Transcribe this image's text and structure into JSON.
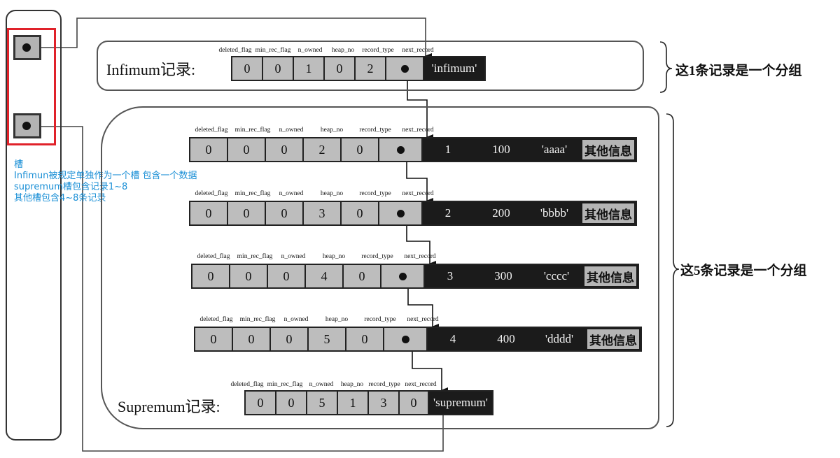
{
  "slots": {
    "label_lines": [
      "槽",
      "Infimun被规定单独作为一个槽 包含一个数据",
      "supremum槽包含记录1~8",
      "其他槽包含4~8条记录"
    ],
    "highlight_color": "#e0222a",
    "note_color": "#1a8fd6"
  },
  "field_headers": [
    "deleted_flag",
    "min_rec_flag",
    "n_owned",
    "heap_no",
    "record_type",
    "next_record"
  ],
  "infimum": {
    "label": "Infimum记录:",
    "values": [
      "0",
      "0",
      "1",
      "0",
      "2"
    ],
    "payload": "'infimum'"
  },
  "records": [
    {
      "values": [
        "0",
        "0",
        "0",
        "2",
        "0"
      ],
      "id": "1",
      "num": "100",
      "str": "'aaaa'",
      "other": "其他信息"
    },
    {
      "values": [
        "0",
        "0",
        "0",
        "3",
        "0"
      ],
      "id": "2",
      "num": "200",
      "str": "'bbbb'",
      "other": "其他信息"
    },
    {
      "values": [
        "0",
        "0",
        "0",
        "4",
        "0"
      ],
      "id": "3",
      "num": "300",
      "str": "'cccc'",
      "other": "其他信息"
    },
    {
      "values": [
        "0",
        "0",
        "0",
        "5",
        "0"
      ],
      "id": "4",
      "num": "400",
      "str": "'dddd'",
      "other": "其他信息"
    }
  ],
  "supremum": {
    "label": "Supremum记录:",
    "values": [
      "0",
      "0",
      "5",
      "1",
      "3",
      "0"
    ],
    "payload": "'supremum'"
  },
  "groups": {
    "group1": "这1条记录是一个分组",
    "group2": "这5条记录是一个分组"
  }
}
